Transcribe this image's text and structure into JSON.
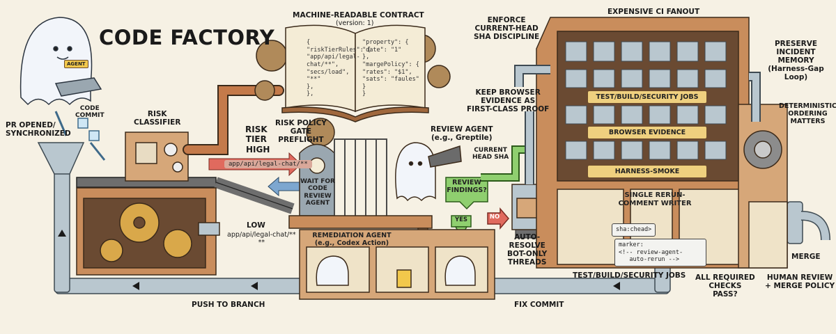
{
  "title": "CODE FACTORY",
  "contract": {
    "title": "MACHINE-READABLE CONTRACT",
    "version": "(version: 1)",
    "left_page": [
      "{",
      "\"riskTierRules\": {",
      "  \"app/api/legal-",
      "  chat/**\",",
      "    \"secs/load\",",
      "  \"**\"",
      "  },",
      "},"
    ],
    "right_page": [
      "\"property\": {",
      "  \"date\": \"1\"",
      "},",
      "\"margePolicy\": {",
      "  \"rates\": \"$1\",",
      "  \"sats\": \"faules\"",
      "  }",
      "}"
    ]
  },
  "ghost_left": {
    "badge": "AGENT"
  },
  "labels": {
    "code_commit": "CODE\nCOMMIT",
    "risk_classifier": "RISK\nCLASSIFIER",
    "pr_opened": "PR OPENED/\nSYNCHRONIZED",
    "risk_tier": "RISK\nTIER",
    "high": "HIGH",
    "high_path": "app/api/legal-chat/**",
    "low": "LOW",
    "low_path": "app/api/legal-chat/**\n**",
    "risk_policy_gate": "RISK POLICY\nGATE\nPREFLIGHT",
    "wait_gate": "WAIT FOR\nCODE\nREVIEW\nAGENT",
    "review_agent": "REVIEW AGENT\n(e.g., Greptile)",
    "current_head_sha": "CURRENT\nHEAD SHA",
    "review_findings": "REVIEW\nFINDINGS?",
    "yes": "YES",
    "no": "NO",
    "remediation_agent": "REMEDIATION AGENT\n(e.g., Codex Action)",
    "auto_resolve": "AUTO-\nRESOLVE\nBOT-ONLY\nTHREADS",
    "push_to_branch": "PUSH TO BRANCH",
    "fix_commit": "FIX COMMIT",
    "enforce_sha": "ENFORCE\nCURRENT-HEAD\nSHA DISCIPLINE",
    "keep_browser": "KEEP BROWSER\nEVIDENCE AS\nFIRST-CLASS PROOF",
    "expensive_ci": "EXPENSIVE CI FANOUT",
    "preserve_incident": "PRESERVE INCIDENT\nMEMORY\n(Harness-Gap Loop)",
    "deterministic": "DETERMINISTIC\nORDERING\nMATTERS",
    "single_rerun": "SINGLE RERUN-\nCOMMENT WRITER",
    "test_build_jobs": "TEST/BUILD/SECURITY JOBS",
    "all_checks": "ALL REQUIRED\nCHECKS\nPASS?",
    "human_review": "HUMAN REVIEW\n+ MERGE POLICY",
    "merge": "MERGE"
  },
  "ci_banners": [
    "TEST/BUILD/SECURITY JOBS",
    "BROWSER EVIDENCE",
    "HARNESS-SMOKE"
  ],
  "rerun_card": {
    "sha": "sha:chead>",
    "marker": "marker:",
    "comment": "<!-- review-agent-\n   auto-rerun -->"
  },
  "colors": {
    "pipe": "#b9c7cf",
    "copper": "#c47a4a",
    "wood": "#c98d5c",
    "wall": "#d6a779",
    "red_arrow": "#e06a5e",
    "green": "#8fcf6f",
    "gold": "#efd07f",
    "ink": "#1a1a1a"
  }
}
